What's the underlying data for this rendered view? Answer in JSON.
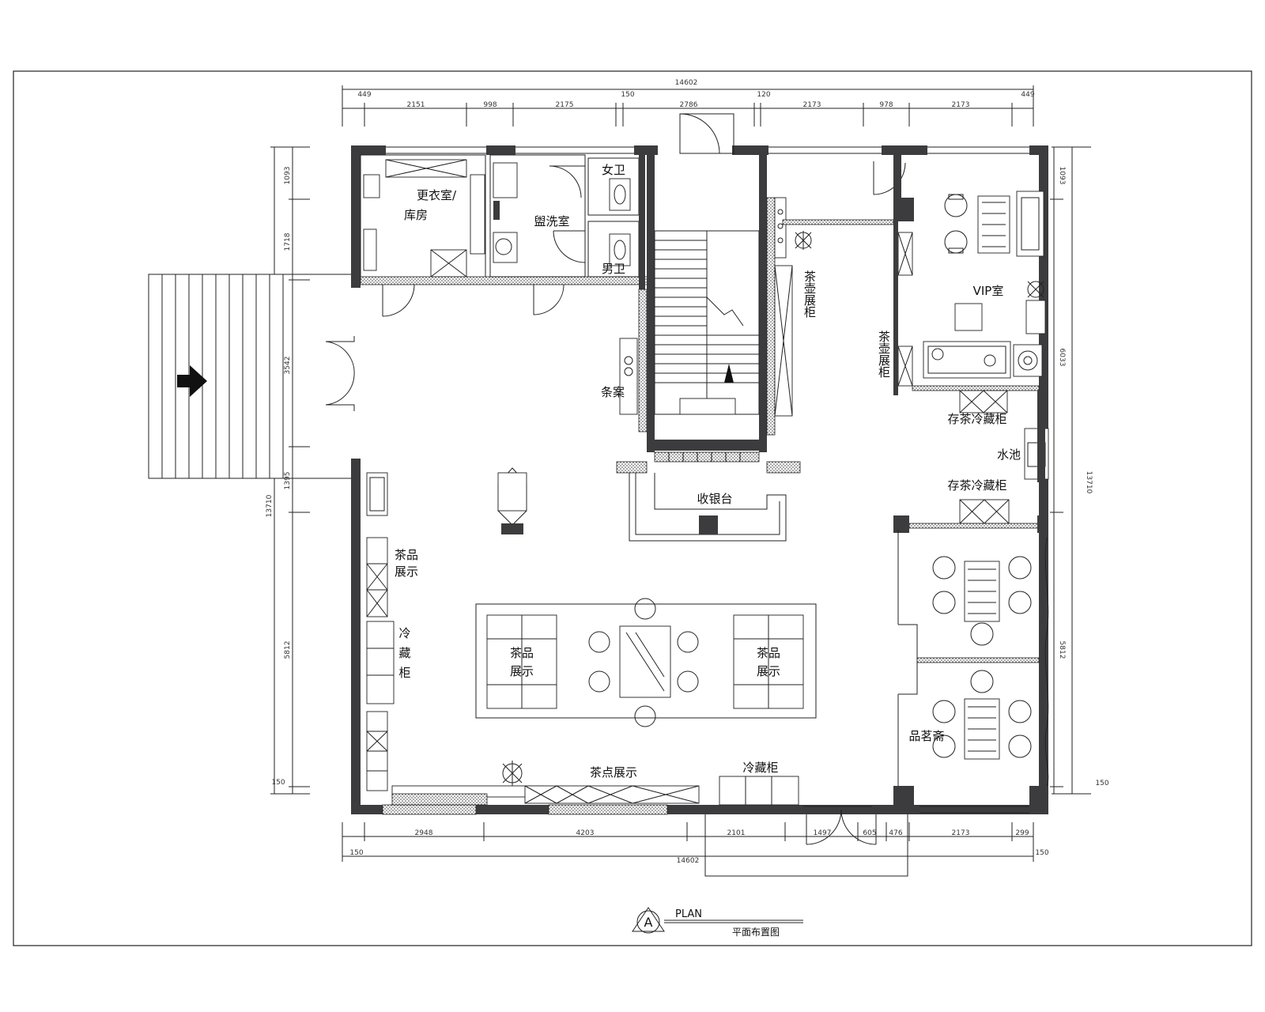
{
  "title": {
    "letter": "A",
    "plan": "PLAN",
    "subtitle": "平面布置图"
  },
  "colors": {
    "wall": "#3c3c3e",
    "line": "#222222",
    "paper": "#ffffff"
  },
  "rooms": {
    "changing": "更衣室/",
    "storage": "库房",
    "washroom": "盥洗室",
    "female_wc": "女卫",
    "male_wc": "男卫",
    "teapot_cab_1": "茶壶展柜",
    "teapot_cab_2": "茶壶展柜",
    "vip": "VIP室",
    "tea_fridge_1": "存茶冷藏柜",
    "sink": "水池",
    "tea_fridge_2": "存茶冷藏柜",
    "table_case": "条案",
    "cashier": "收银台",
    "tea_display_left_1": "茶品",
    "tea_display_left_2": "展示",
    "fridge_left_1": "冷",
    "fridge_left_2": "藏",
    "fridge_left_3": "柜",
    "island_left_1": "茶品",
    "island_left_2": "展示",
    "island_right_1": "茶品",
    "island_right_2": "展示",
    "snack_display": "茶点展示",
    "fridge_bottom": "冷藏柜",
    "tasting_room": "品茗斋"
  },
  "dimensions": {
    "top_total": "14602",
    "top": [
      "449",
      "2151",
      "998",
      "2175",
      "150",
      "2786",
      "120",
      "2173",
      "978",
      "2173",
      "449"
    ],
    "bottom": [
      "2948",
      "4203",
      "2101",
      "1497",
      "605",
      "476",
      "2173",
      "299"
    ],
    "bottom_small_left": "150",
    "bottom_small_right": "150",
    "bottom_total": "14602",
    "left": [
      "1093",
      "1718",
      "3542",
      "1395",
      "5812",
      "150"
    ],
    "left_total": "13710",
    "right": [
      "1093",
      "6033",
      "5812",
      "150"
    ],
    "right_total": "13710"
  }
}
